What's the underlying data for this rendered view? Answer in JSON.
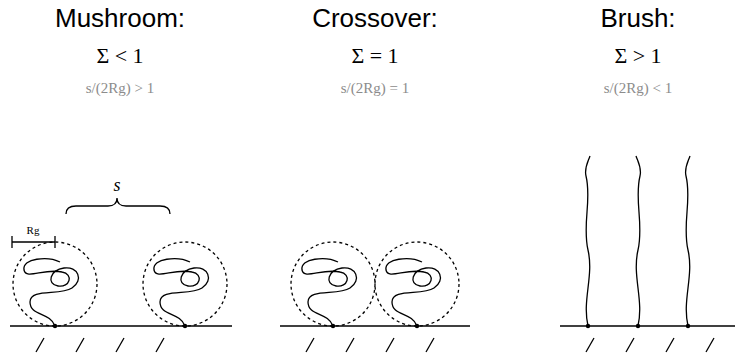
{
  "diagram": {
    "labels": [
      "Mushroom:",
      "Σ < 1",
      "s/(2Rg) > 1",
      "Rg",
      "s",
      "Crossover:",
      "Σ = 1",
      "s/(2Rg) = 1",
      "Brush:",
      "Σ > 1",
      "s/(2Rg) < 1"
    ]
  }
}
